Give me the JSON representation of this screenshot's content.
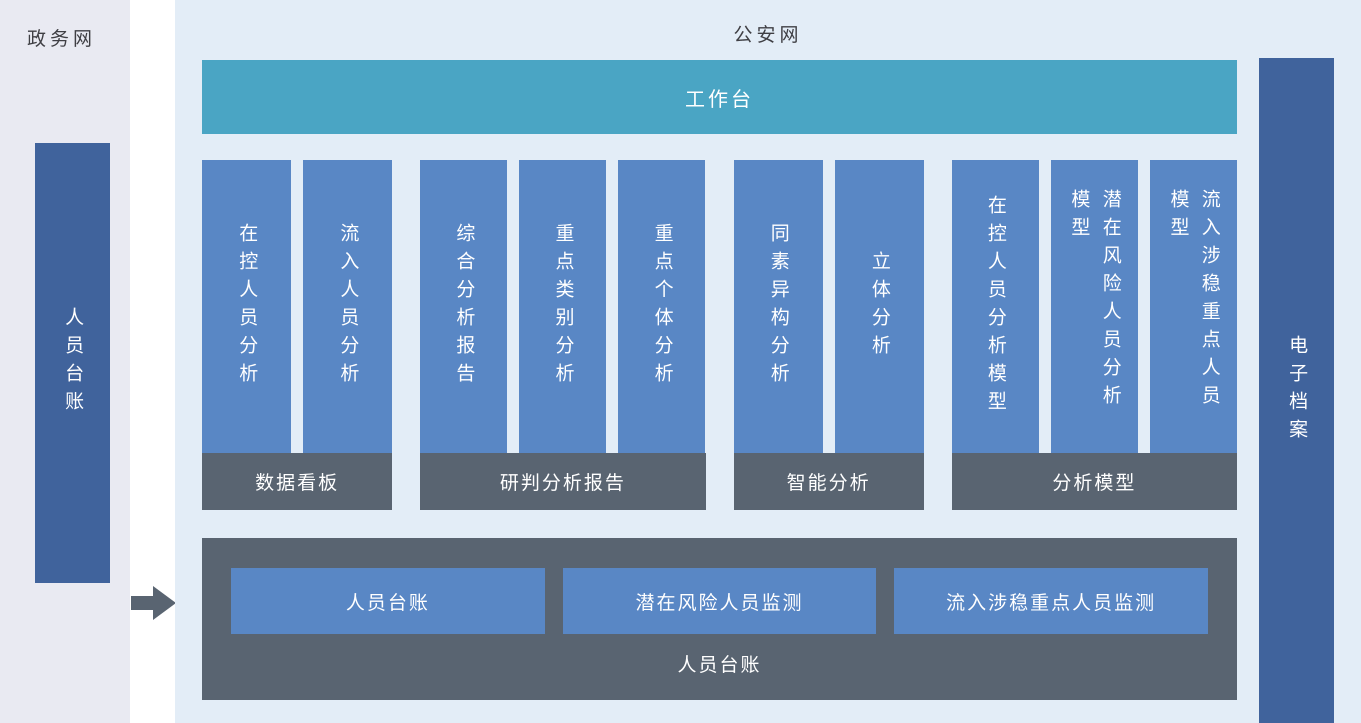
{
  "colors": {
    "left_panel_bg": "#e9eaf2",
    "main_panel_bg": "#e3edf7",
    "workbench": "#4aa5c4",
    "block_blue": "#5987c5",
    "side_bar_blue": "#40639c",
    "slate": "#596471",
    "label_text": "#3f3f44",
    "white_text": "#ffffff"
  },
  "left_panel": {
    "network_label": "政务网",
    "ledger_bar_label": "人员台账"
  },
  "main_panel": {
    "network_label": "公安网",
    "workbench_label": "工作台",
    "groups": [
      {
        "title": "数据看板",
        "bars": [
          "在控人员分析",
          "流入人员分析"
        ]
      },
      {
        "title": "研判分析报告",
        "bars": [
          "综合分析报告",
          "重点类别分析",
          "重点个体分析"
        ]
      },
      {
        "title": "智能分析",
        "bars": [
          "同素异构分析",
          "立体分析"
        ]
      },
      {
        "title": "分析模型",
        "bars": [
          "在控人员分析模型",
          "潜在风险人员分析模型",
          "流入涉稳重点人员模型"
        ]
      }
    ],
    "bottom_box": {
      "title": "人员台账",
      "buttons": [
        "人员台账",
        "潜在风险人员监测",
        "流入涉稳重点人员监测"
      ]
    }
  },
  "right_bar": {
    "label": "电子档案"
  },
  "arrow_icon": "right-block-arrow"
}
